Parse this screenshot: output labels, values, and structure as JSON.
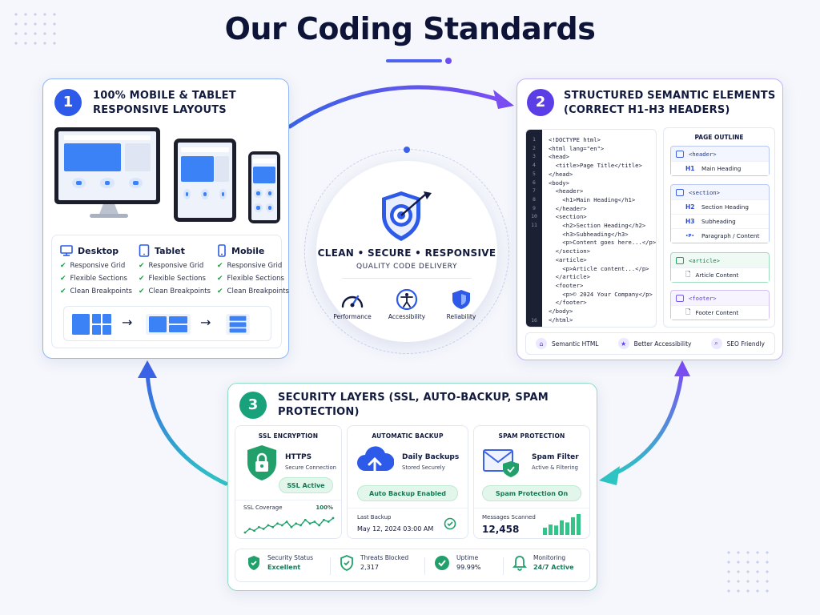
{
  "title": "Our Coding Standards",
  "card1": {
    "number": "1",
    "title": "100% MOBILE & TABLET RESPONSIVE LAYOUTS",
    "columns": [
      {
        "heading": "Desktop",
        "items": [
          "Responsive Grid",
          "Flexible Sections",
          "Clean Breakpoints"
        ]
      },
      {
        "heading": "Tablet",
        "items": [
          "Responsive Grid",
          "Flexible Sections",
          "Clean Breakpoints"
        ]
      },
      {
        "heading": "Mobile",
        "items": [
          "Responsive Grid",
          "Flexible Sections",
          "Clean Breakpoints"
        ]
      }
    ],
    "flow_arrows": [
      "→",
      "→"
    ]
  },
  "card2": {
    "number": "2",
    "title": "STRUCTURED SEMANTIC ELEMENTS (CORRECT H1-H3 HEADERS)",
    "code_lines": [
      "<!DOCTYPE html>",
      "<html lang=\"en\">",
      "<head>",
      "  <title>Page Title</title>",
      "</head>",
      "<body>",
      "  <header>",
      "    <h1>Main Heading</h1>",
      "  </header>",
      "  <section>",
      "    <h2>Section Heading</h2>",
      "    <h3>Subheading</h3>",
      "    <p>Content goes here...</p>",
      "  </section>",
      "  <article>",
      "    <p>Article content...</p>",
      "  </article>",
      "  <footer>",
      "    <p>© 2024 Your Company</p>",
      "  </footer>",
      "</body>",
      "</html>"
    ],
    "line_numbers": [
      "1",
      "2",
      "3",
      "4",
      "5",
      "6",
      "7",
      "8",
      "9",
      "10",
      "11",
      "16"
    ],
    "outline": {
      "title": "PAGE OUTLINE",
      "header": {
        "tag": "<header>",
        "rows": [
          {
            "level": "H1",
            "label": "Main Heading"
          }
        ]
      },
      "section": {
        "tag": "<section>",
        "rows": [
          {
            "level": "H2",
            "label": "Section Heading"
          },
          {
            "level": "H3",
            "label": "Subheading"
          },
          {
            "level": "•P•",
            "label": "Paragraph / Content"
          }
        ]
      },
      "article": {
        "tag": "<article>",
        "rows": [
          {
            "level": "",
            "label": "Article Content"
          }
        ]
      },
      "footer": {
        "tag": "<footer>",
        "rows": [
          {
            "level": "",
            "label": "Footer Content"
          }
        ]
      }
    },
    "tags": [
      "Semantic HTML",
      "Better Accessibility",
      "SEO Friendly"
    ]
  },
  "hub": {
    "title": "CLEAN • SECURE • RESPONSIVE",
    "subtitle": "QUALITY CODE DELIVERY",
    "items": [
      "Performance",
      "Accessibility",
      "Reliability"
    ]
  },
  "card3": {
    "number": "3",
    "title": "SECURITY LAYERS (SSL, AUTO-BACKUP, SPAM PROTECTION)",
    "ssl": {
      "heading": "SSL ENCRYPTION",
      "name": "HTTPS",
      "desc": "Secure Connection",
      "pill": "SSL Active",
      "coverage_label": "SSL Coverage",
      "coverage_value": "100%",
      "coverage_series": [
        3,
        5,
        4,
        6,
        5,
        7,
        6,
        8,
        7,
        9,
        6,
        8,
        7,
        10,
        8,
        9,
        7,
        10,
        9,
        11
      ]
    },
    "backup": {
      "heading": "AUTOMATIC BACKUP",
      "name": "Daily Backups",
      "desc": "Stored Securely",
      "pill": "Auto Backup Enabled",
      "last_label": "Last Backup",
      "last_value": "May 12, 2024 03:00 AM"
    },
    "spam": {
      "heading": "SPAM PROTECTION",
      "name": "Spam Filter",
      "desc": "Active & Filtering",
      "pill": "Spam Protection On",
      "scanned_label": "Messages Scanned",
      "scanned_value": "12,458",
      "bar_levels": [
        0.35,
        0.5,
        0.45,
        0.7,
        0.6,
        0.85,
        1.0
      ]
    },
    "status": [
      {
        "label": "Security Status",
        "value": "Excellent"
      },
      {
        "label": "Threats Blocked",
        "value": "2,317"
      },
      {
        "label": "Uptime",
        "value": "99.99%"
      },
      {
        "label": "Monitoring",
        "value": "24/7 Active"
      }
    ]
  },
  "colors": {
    "blue": "#2d5ae8",
    "purple": "#5b3ee6",
    "green": "#18a27c",
    "accent": "#3b82f6"
  }
}
